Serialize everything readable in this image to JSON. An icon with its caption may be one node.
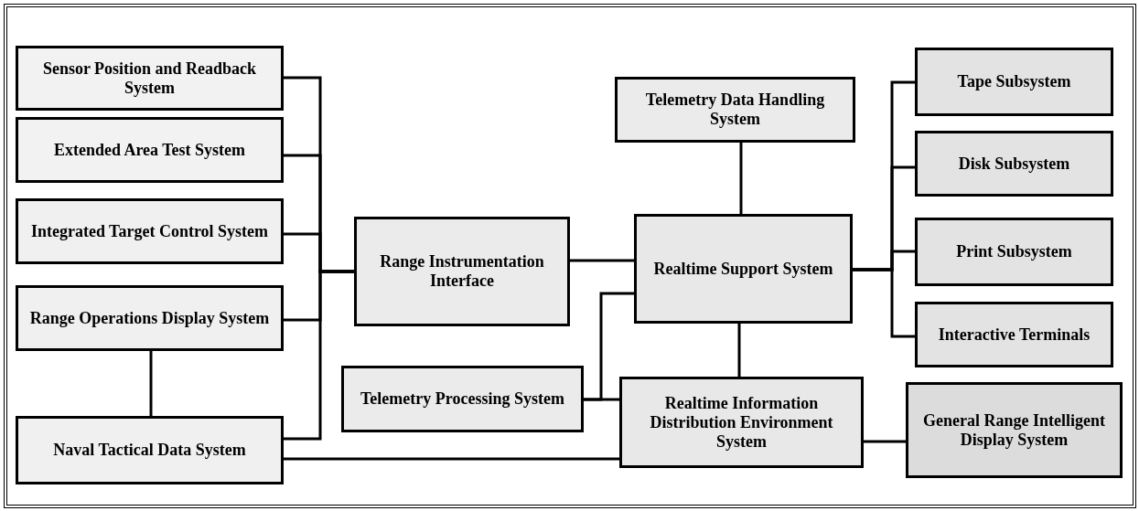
{
  "diagram": {
    "nodes": [
      {
        "text": [
          "Sensor Position and Readback System"
        ]
      },
      {
        "text": [
          "Extended Area Test System"
        ]
      },
      {
        "text": [
          "Integrated Target Control System"
        ]
      },
      {
        "text": [
          "Range Operations Display System"
        ]
      },
      {
        "text": [
          "Naval Tactical Data System"
        ]
      },
      {
        "text": [
          "Range Instrumentation Interface"
        ]
      },
      {
        "text": [
          "Telemetry Processing System"
        ]
      },
      {
        "text": [
          "Telemetry Data Handling System"
        ]
      },
      {
        "text": [
          "Realtime Support System"
        ]
      },
      {
        "text": [
          "Realtime Information Distribution Environment System"
        ]
      },
      {
        "text": [
          "Tape Subsystem"
        ]
      },
      {
        "text": [
          "Disk Subsystem"
        ]
      },
      {
        "text": [
          "Print Subsystem"
        ]
      },
      {
        "text": [
          "Interactive Terminals"
        ]
      },
      {
        "text": [
          "General Range Intelligent Display System"
        ]
      }
    ],
    "edges": [
      {
        "from": 0,
        "to": 5,
        "arrow": "none"
      },
      {
        "from": 1,
        "to": 5,
        "arrow": "none"
      },
      {
        "from": 2,
        "to": 5,
        "arrow": "none"
      },
      {
        "from": 3,
        "to": 5,
        "arrow": "none"
      },
      {
        "from": 4,
        "to": 5,
        "arrow": "none"
      },
      {
        "from": 3,
        "to": 4,
        "arrow": "none"
      },
      {
        "from": 4,
        "to": 9,
        "arrow": "none"
      },
      {
        "from": 5,
        "to": 8,
        "arrow": "none"
      },
      {
        "from": 6,
        "to": 9,
        "arrow": "none"
      },
      {
        "from": 6,
        "to": 8,
        "arrow": "none"
      },
      {
        "from": 7,
        "to": 8,
        "arrow": "none"
      },
      {
        "from": 8,
        "to": 9,
        "arrow": "none"
      },
      {
        "from": 8,
        "to": 10,
        "arrow": "none"
      },
      {
        "from": 8,
        "to": 11,
        "arrow": "none"
      },
      {
        "from": 8,
        "to": 12,
        "arrow": "none"
      },
      {
        "from": 8,
        "to": 13,
        "arrow": "none"
      },
      {
        "from": 9,
        "to": 14,
        "arrow": "none"
      }
    ]
  }
}
